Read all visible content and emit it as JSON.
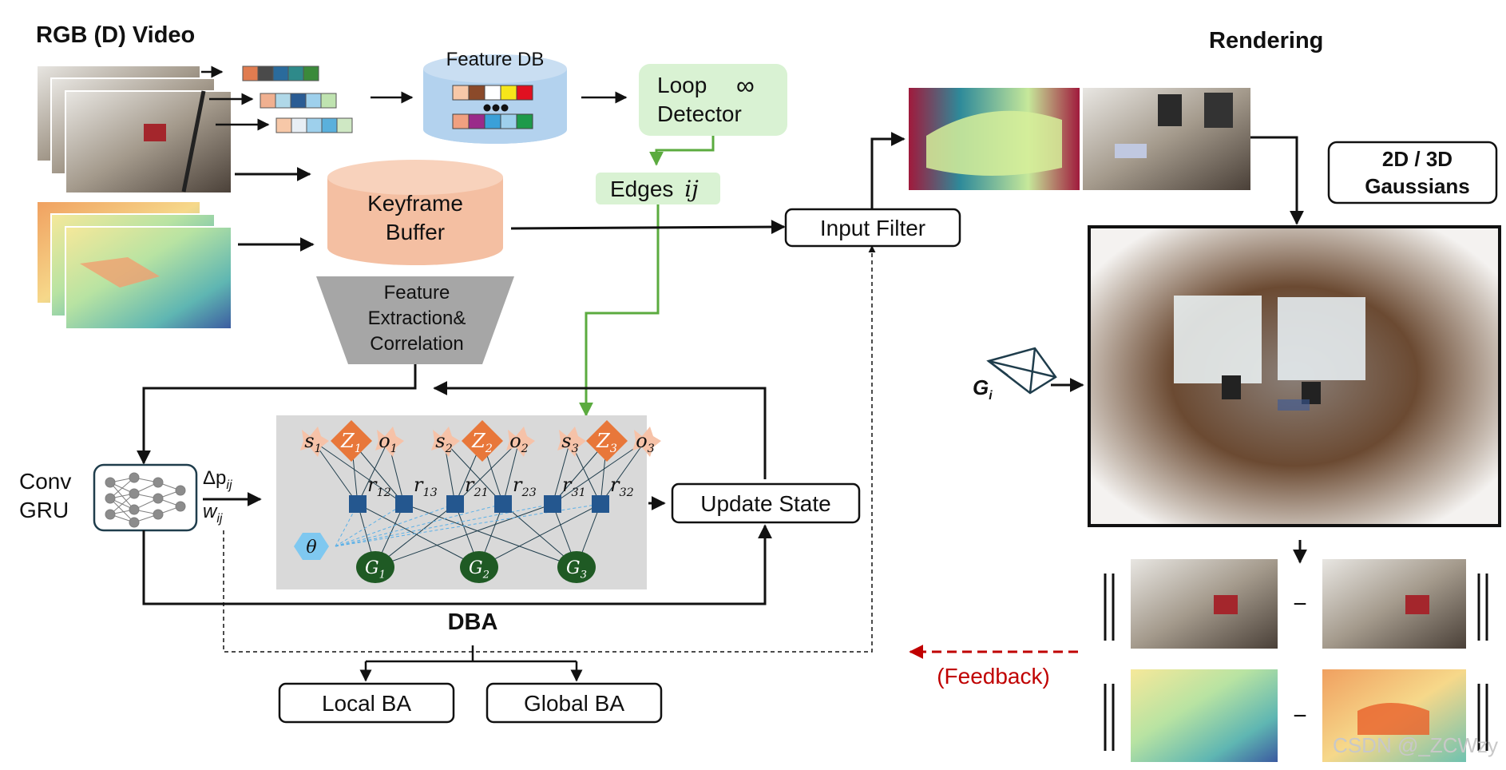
{
  "headings": {
    "rgbd_video": "RGB (D) Video",
    "rendering": "Rendering",
    "dba": "DBA"
  },
  "feature_db": {
    "label": "Feature DB"
  },
  "loop_detector": {
    "line1": "Loop",
    "line2": "Detector",
    "symbol": "∞"
  },
  "edges": {
    "label": "Edges",
    "var": "ij"
  },
  "keyframe_buffer": {
    "line1": "Keyframe",
    "line2": "Buffer"
  },
  "feature_extraction": {
    "line1": "Feature",
    "line2": "Extraction&",
    "line3": "Correlation"
  },
  "input_filter": {
    "label": "Input Filter"
  },
  "gaussians": {
    "line1": "2D / 3D",
    "line2": "Gaussians"
  },
  "conv_gru": {
    "line1": "Conv",
    "line2": "GRU"
  },
  "gru_outputs": {
    "dp": "Δp",
    "dp_sub": "ij",
    "w": "w",
    "w_sub": "ij"
  },
  "update_state": {
    "label": "Update State"
  },
  "local_ba": {
    "label": "Local BA"
  },
  "global_ba": {
    "label": "Global BA"
  },
  "feedback": {
    "label": "(Feedback)"
  },
  "camera_label": {
    "main": "G",
    "sub": "i"
  },
  "factor_graph": {
    "nodes_top": [
      {
        "main": "s",
        "sub": "1"
      },
      {
        "main": "Z",
        "sub": "1"
      },
      {
        "main": "o",
        "sub": "1"
      },
      {
        "main": "s",
        "sub": "2"
      },
      {
        "main": "Z",
        "sub": "2"
      },
      {
        "main": "o",
        "sub": "2"
      },
      {
        "main": "s",
        "sub": "3"
      },
      {
        "main": "Z",
        "sub": "3"
      },
      {
        "main": "o",
        "sub": "3"
      }
    ],
    "residuals": [
      {
        "main": "r",
        "sub": "12"
      },
      {
        "main": "r",
        "sub": "13"
      },
      {
        "main": "r",
        "sub": "21"
      },
      {
        "main": "r",
        "sub": "23"
      },
      {
        "main": "r",
        "sub": "31"
      },
      {
        "main": "r",
        "sub": "32"
      }
    ],
    "poses": [
      {
        "main": "G",
        "sub": "1"
      },
      {
        "main": "G",
        "sub": "2"
      },
      {
        "main": "G",
        "sub": "3"
      }
    ],
    "theta": "θ"
  },
  "math_ops": {
    "minus": "−"
  },
  "watermark": "CSDN @_ZCWzy",
  "colors": {
    "green": "#5bab3f",
    "feature_db_fill": "#b3d2ee",
    "keyframe_fill": "#f4bfa2",
    "loop_fill": "#d9f2d3",
    "feedback_red": "#c00000",
    "dark_green_node": "#1f5a24",
    "orange_node": "#e8773a",
    "blue_square": "#24578f",
    "graph_bg": "#d9d9d9"
  }
}
